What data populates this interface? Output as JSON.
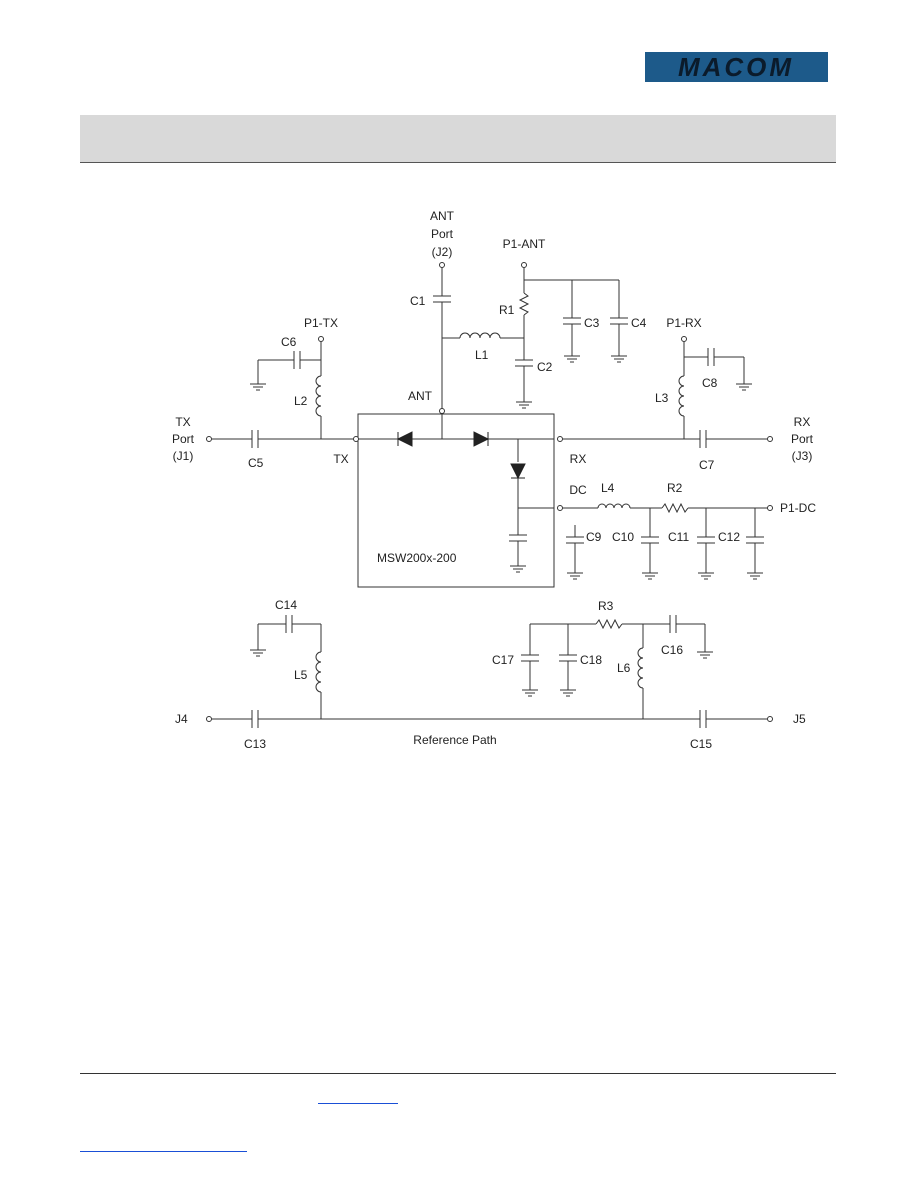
{
  "brand": {
    "logo_text": "MACOM",
    "color": "#1d5a8a"
  },
  "schematic": {
    "ports": {
      "ant": [
        "ANT",
        "Port",
        "(J2)"
      ],
      "tx": [
        "TX",
        "Port",
        "(J1)"
      ],
      "rx": [
        "RX",
        "Port",
        "(J3)"
      ],
      "p1_ant": "P1-ANT",
      "p1_tx": "P1-TX",
      "p1_rx": "P1-RX",
      "p1_dc": "P1-DC",
      "j4": "J4",
      "j5": "J5"
    },
    "chip": {
      "label": "MSW200x-200",
      "pin_ant": "ANT",
      "pin_tx": "TX",
      "pin_rx": "RX",
      "pin_dc": "DC"
    },
    "components": {
      "c1": "C1",
      "c2": "C2",
      "c3": "C3",
      "c4": "C4",
      "c5": "C5",
      "c6": "C6",
      "c7": "C7",
      "c8": "C8",
      "c9": "C9",
      "c10": "C10",
      "c11": "C11",
      "c12": "C12",
      "c13": "C13",
      "c14": "C14",
      "c15": "C15",
      "c16": "C16",
      "c17": "C17",
      "c18": "C18",
      "r1": "R1",
      "r2": "R2",
      "r3": "R3",
      "l1": "L1",
      "l2": "L2",
      "l3": "L3",
      "l4": "L4",
      "l5": "L5",
      "l6": "L6"
    },
    "reference_label": "Reference Path"
  }
}
